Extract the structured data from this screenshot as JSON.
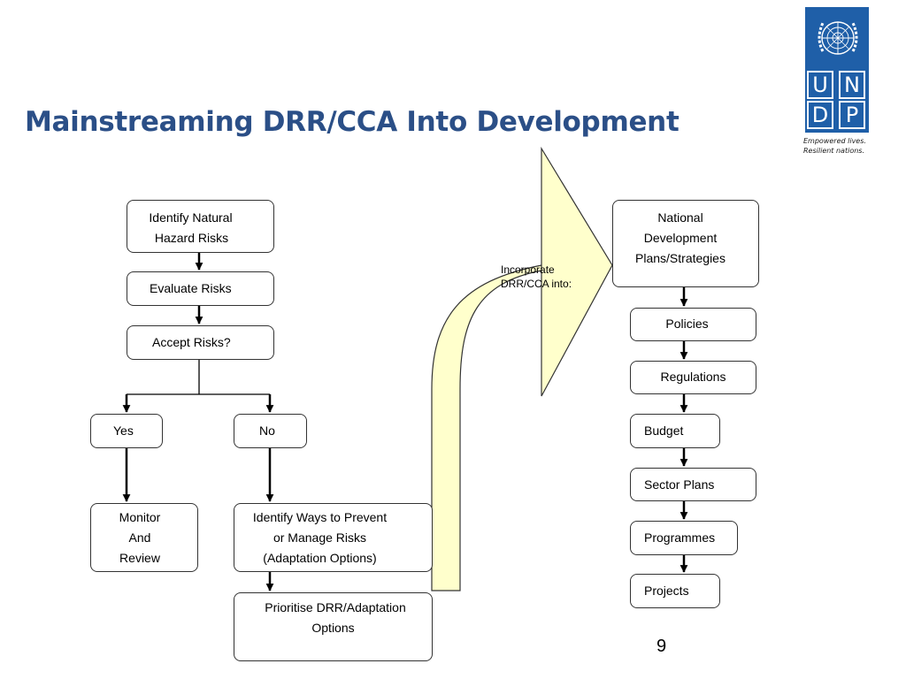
{
  "slide": {
    "title": "Mainstreaming DRR/CCA Into Development",
    "page_number": "9"
  },
  "logo": {
    "letters": [
      "U",
      "N",
      "D",
      "P"
    ],
    "tagline_line1": "Empowered lives.",
    "tagline_line2": "Resilient nations.",
    "brand_color": "#1f5fa8"
  },
  "left_flow": {
    "identify_line1": "Identify Natural",
    "identify_line2": "Hazard Risks",
    "evaluate": "Evaluate Risks",
    "accept": "Accept Risks?",
    "yes": "Yes",
    "no": "No",
    "monitor_line1": "Monitor",
    "monitor_line2": "And",
    "monitor_line3": "Review",
    "ways_line1": "Identify Ways to Prevent",
    "ways_line2": "or Manage Risks",
    "ways_line3": "(Adaptation Options)",
    "prioritise_line1": "Prioritise DRR/Adaptation",
    "prioritise_line2": "Options"
  },
  "big_arrow": {
    "label_line1": "Incorporate",
    "label_line2": "DRR/CCA  into:",
    "fill_color": "#ffffcc"
  },
  "right_flow": {
    "national_line1": "National",
    "national_line2": "Development",
    "national_line3": "Plans/Strategies",
    "steps": [
      "Policies",
      "Regulations",
      "Budget",
      "Sector Plans",
      "Programmes",
      "Projects"
    ]
  }
}
